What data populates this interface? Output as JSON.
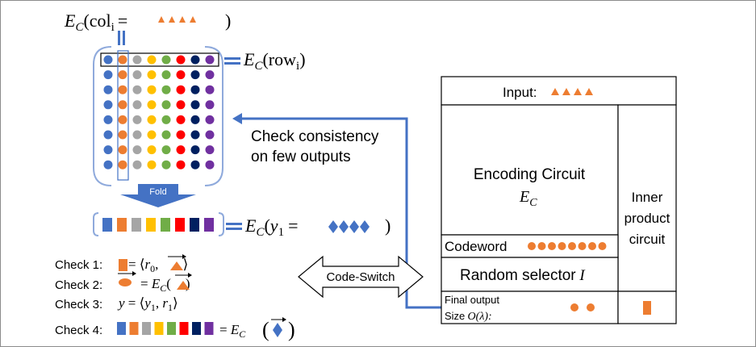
{
  "colors": {
    "frame": "#8c8c8c",
    "accent_blue": "#4472c4",
    "bracket_blue": "#8faadc",
    "orange": "#ed7d31",
    "dot_palette": [
      "#4472c4",
      "#ed7d31",
      "#a5a5a5",
      "#ffc000",
      "#70ad47",
      "#ff0000",
      "#002060",
      "#7030a0"
    ]
  },
  "matrix": {
    "col_label_prefix": "E",
    "col_label_sub": "C",
    "col_label_text": "(col",
    "col_label_index": "i",
    "col_label_eq": "=",
    "col_label_close": ")",
    "row_label_prefix": "E",
    "row_label_sub": "C",
    "row_label_text": "(row",
    "row_label_index": "i",
    "row_label_close": ")",
    "rows": 8,
    "cols": 8
  },
  "fold": {
    "label": "Fold",
    "eq_prefix": "E",
    "eq_sub": "C",
    "eq_open": "(",
    "eq_var": "y",
    "eq_var_sub": "1",
    "eq_equals": "=",
    "eq_close": ")"
  },
  "consistency_note": {
    "line1": "Check consistency",
    "line2": "on few outputs"
  },
  "checks": [
    {
      "label": "Check 1:"
    },
    {
      "label": "Check 2:"
    },
    {
      "label": "Check 3:"
    },
    {
      "label": "Check 4:"
    }
  ],
  "check1": {
    "eq": "= ⟨",
    "r": "r",
    "r_sub": "0",
    "close": "⟩"
  },
  "check2": {
    "eq": "= ",
    "e": "E",
    "e_sub": "C",
    "open": "(",
    "close": ")"
  },
  "check3": {
    "y": "y",
    "eq": " = ⟨",
    "y1": "y",
    "y1_sub": "1",
    "comma": ", ",
    "r1": "r",
    "r1_sub": "1",
    "close": "⟩"
  },
  "check4": {
    "eq": "= ",
    "e": "E",
    "e_sub": "C",
    "open": "(",
    "close": ")"
  },
  "code_switch": {
    "label": "Code-Switch"
  },
  "circuit": {
    "input_label": "Input:",
    "encoding_label": "Encoding Circuit",
    "encoding_sym": "E",
    "encoding_sub": "C",
    "inner_line1": "Inner",
    "inner_line2": "product",
    "inner_line3": "circuit",
    "codeword_label": "Codeword",
    "random_label": "Random selector",
    "random_sym": "I",
    "final_line1": "Final output",
    "final_line2": "Size",
    "final_size": "O(λ):"
  }
}
